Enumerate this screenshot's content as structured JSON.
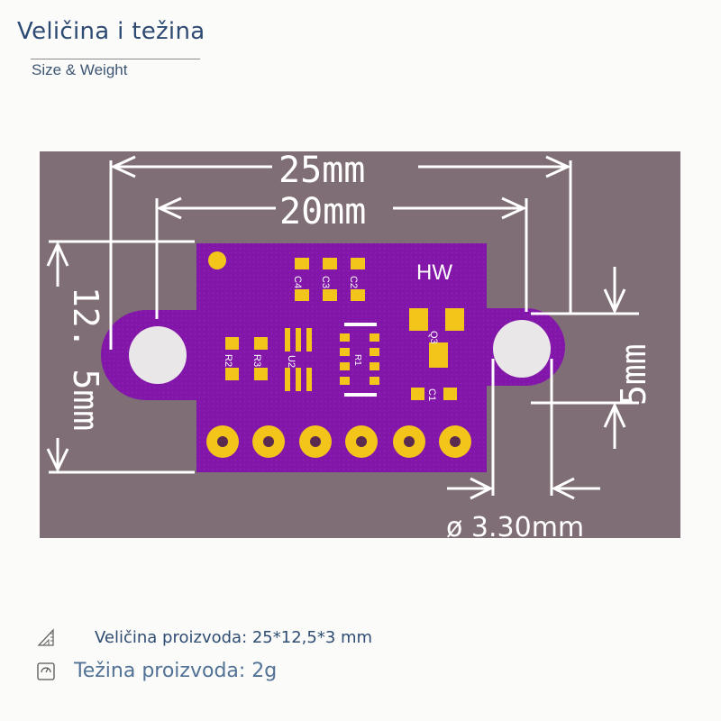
{
  "header": {
    "title": "Veličina i težina",
    "subtitle": "Size & Weight"
  },
  "board": {
    "brand_label": "HW",
    "component_labels": [
      "C4",
      "C3",
      "C2",
      "R2",
      "R3",
      "U2",
      "R1",
      "Q3",
      "C1"
    ],
    "dimensions": {
      "width_outer": "25mm",
      "width_inner": "20mm",
      "height": "12. 5mm",
      "hole_offset": "5mm",
      "hole_diameter": "ø 3.30mm"
    },
    "colors": {
      "pcb": "#8216a8",
      "pad": "#f3c51a",
      "background": "#7f6e75",
      "dimension_line": "#ffffff"
    }
  },
  "specs": {
    "size": {
      "icon": "ruler-triangle-icon",
      "text": "Veličina proizvoda: 25*12,5*3 mm"
    },
    "weight": {
      "icon": "scale-icon",
      "text": "Težina proizvoda: 2g"
    }
  }
}
